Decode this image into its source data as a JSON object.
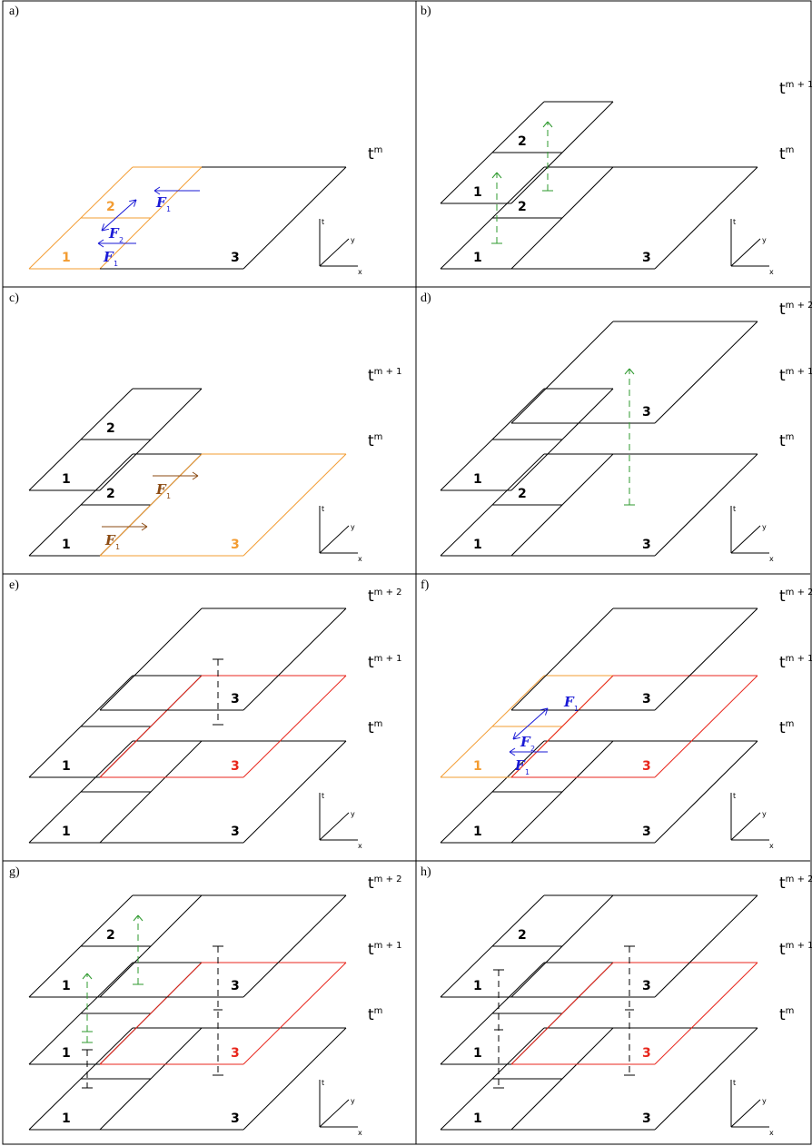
{
  "colors": {
    "black": "#000000",
    "orange": "#f39c32",
    "red": "#e8261c",
    "blue": "#1a1ad6",
    "brown": "#8b4a12",
    "green": "#2e9a2e"
  },
  "flux": {
    "symbol": "F",
    "sub1": "1",
    "sub2": "2"
  },
  "axes": {
    "t": "t",
    "y": "y",
    "x": "x"
  },
  "time": {
    "base": "t",
    "m": "m",
    "m1": "m + 1",
    "m2": "m + 2"
  },
  "panels": [
    {
      "id": "a",
      "label": "a)",
      "time_labels": [
        "m"
      ],
      "notes": "single level, cells 1 and 2 highlighted orange, blue fluxes"
    },
    {
      "id": "b",
      "label": "b)",
      "time_labels": [
        "m1",
        "m"
      ]
    },
    {
      "id": "c",
      "label": "c)",
      "time_labels": [
        "m1",
        "m"
      ]
    },
    {
      "id": "d",
      "label": "d)",
      "time_labels": [
        "m2",
        "m1",
        "m"
      ]
    },
    {
      "id": "e",
      "label": "e)",
      "time_labels": [
        "m2",
        "m1",
        "m"
      ]
    },
    {
      "id": "f",
      "label": "f)",
      "time_labels": [
        "m2",
        "m1",
        "m"
      ]
    },
    {
      "id": "g",
      "label": "g)",
      "time_labels": [
        "m2",
        "m1",
        "m"
      ]
    },
    {
      "id": "h",
      "label": "h)",
      "time_labels": [
        "m2",
        "m1",
        "m"
      ]
    }
  ],
  "cell_labels": {
    "one": "1",
    "two": "2",
    "three": "3"
  }
}
